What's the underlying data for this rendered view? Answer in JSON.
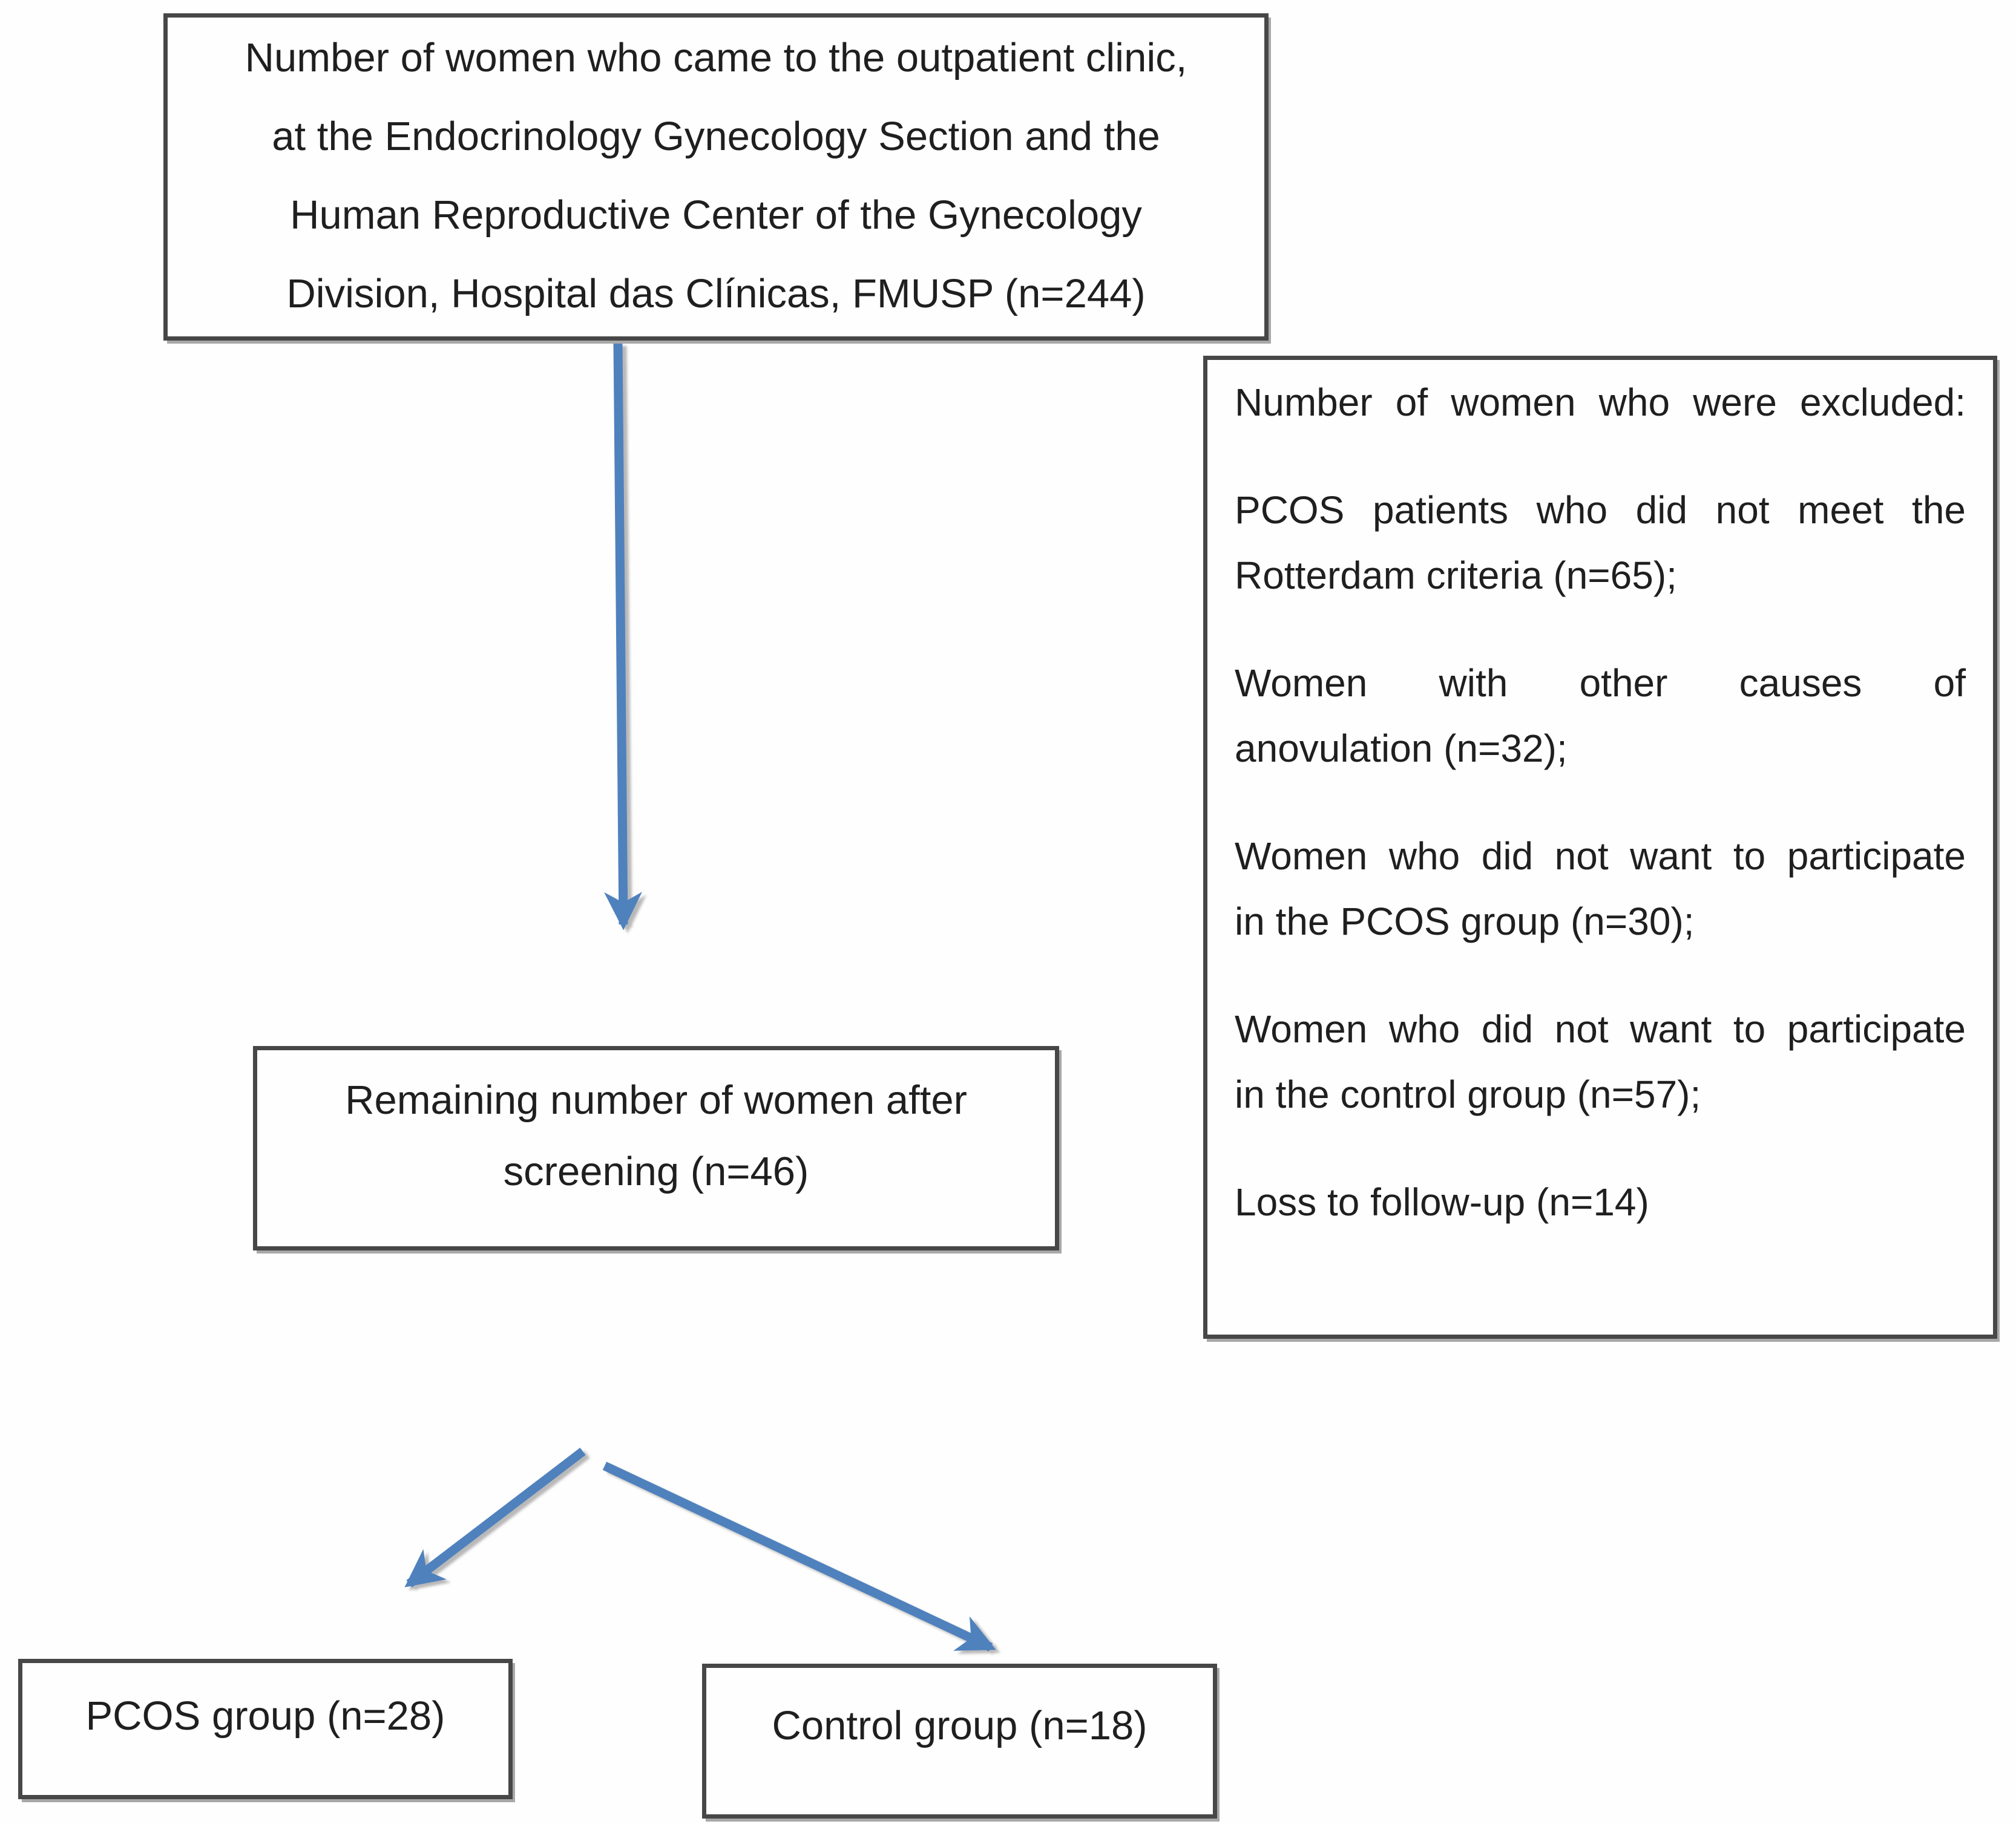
{
  "figure": {
    "top_box": {
      "lines": [
        "Number of women who came to the outpatient clinic,",
        "at the Endocrinology Gynecology Section and the",
        "Human Reproductive Center of the Gynecology",
        "Division, Hospital das Clínicas, FMUSP (n=244)"
      ]
    },
    "excluded_box": {
      "paragraphs": [
        {
          "lines": [
            "Number of women who were excluded:"
          ]
        },
        {
          "lines": [
            "PCOS patients who did not meet the",
            "Rotterdam criteria (n=65);"
          ]
        },
        {
          "lines": [
            "Women with other causes of",
            "anovulation (n=32);"
          ]
        },
        {
          "lines": [
            "Women who did not want to participate",
            "in the PCOS group (n=30);"
          ]
        },
        {
          "lines": [
            "Women who did not want to participate",
            "in the control group (n=57);"
          ]
        },
        {
          "lines": [
            "Loss to follow-up (n=14)"
          ]
        }
      ]
    },
    "remaining_box": {
      "lines": [
        "Remaining number of women after",
        "screening (n=46)"
      ]
    },
    "pcos_box": {
      "label": "PCOS group (n=28)"
    },
    "control_box": {
      "label": "Control group (n=18)"
    }
  },
  "counts": {
    "initial_n": 244,
    "excluded_not_meeting_rotterdam_n": 65,
    "excluded_other_anovulation_n": 32,
    "excluded_declined_pcos_group_n": 30,
    "excluded_declined_control_group_n": 57,
    "excluded_loss_to_follow_up_n": 14,
    "remaining_after_screening_n": 46,
    "pcos_group_n": 28,
    "control_group_n": 18
  },
  "colors": {
    "arrow": "#4f81bd",
    "box_border": "#474747",
    "box_shadow": "#a8a8a8",
    "box_fill": "#fefefe",
    "background": "#fefefe",
    "text": "#1f1f1f"
  }
}
